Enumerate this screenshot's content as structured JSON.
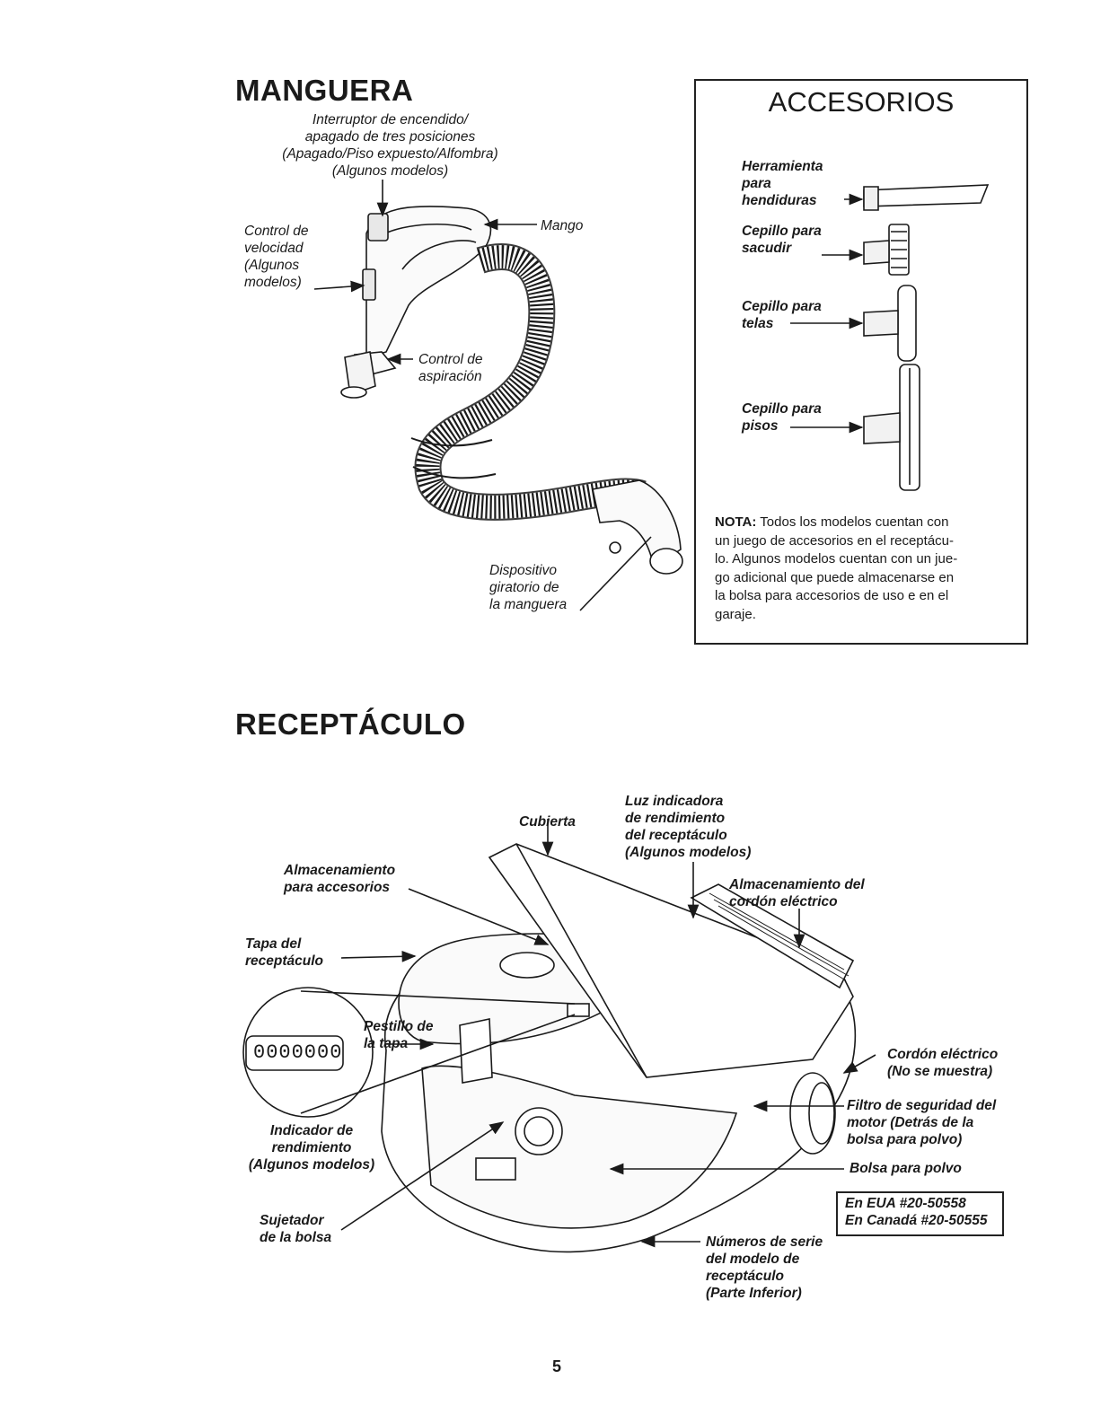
{
  "manguera": {
    "title": "MANGUERA",
    "switch_label": [
      "Interruptor de encendido/",
      "apagado de tres posiciones",
      "(Apagado/Piso expuesto/Alfombra)",
      "(Algunos modelos)"
    ],
    "speed_label": [
      "Control de",
      "velocidad",
      "(Algunos",
      "modelos)"
    ],
    "handle_label": "Mango",
    "suction_label": [
      "Control de",
      "aspiración"
    ],
    "swivel_label": [
      "Dispositivo",
      "giratorio de",
      "la manguera"
    ]
  },
  "accesorios": {
    "title": "ACCESORIOS",
    "crevice": [
      "Herramienta",
      "para",
      "hendiduras"
    ],
    "dusting": [
      "Cepillo para",
      "sacudir"
    ],
    "upholstery": [
      "Cepillo para",
      "telas"
    ],
    "floor": [
      "Cepillo para",
      "pisos"
    ],
    "note_prefix": "NOTA:",
    "note_lines": [
      " Todos los modelos cuentan con",
      "un juego de accesorios en el receptácu-",
      "lo. Algunos modelos cuentan con un jue-",
      "go adicional que puede almacenarse en",
      "la bolsa para accesorios de uso e en el",
      "garaje."
    ]
  },
  "receptaculo": {
    "title": "RECEPTÁCULO",
    "cubierta": "Cubierta",
    "luz": [
      "Luz indicadora",
      "de rendimiento",
      "del receptáculo",
      "(Algunos modelos)"
    ],
    "almac_acc": [
      "Almacenamiento",
      "para accesorios"
    ],
    "almac_cord": [
      "Almacenamiento del",
      "cordón eléctrico"
    ],
    "tapa": [
      "Tapa del",
      "receptáculo"
    ],
    "pestillo": [
      "Pestillo de",
      "la tapa"
    ],
    "indicador_glyphs": "0000000",
    "cordon": [
      "Cordón eléctrico",
      "(No se muestra)"
    ],
    "filtro": [
      "Filtro de seguridad del",
      "motor (Detrás de la",
      "bolsa para polvo)"
    ],
    "indicador": [
      "Indicador de",
      "rendimiento",
      "(Algunos modelos)"
    ],
    "bolsa": "Bolsa para polvo",
    "bag_numbers": [
      "En EUA #20-50558",
      "En Canadá #20-50555"
    ],
    "sujetador": [
      "Sujetador",
      "de la bolsa"
    ],
    "numeros": [
      "Números de serie",
      "del modelo de",
      "receptáculo",
      "(Parte Inferior)"
    ]
  },
  "page_number": "5"
}
